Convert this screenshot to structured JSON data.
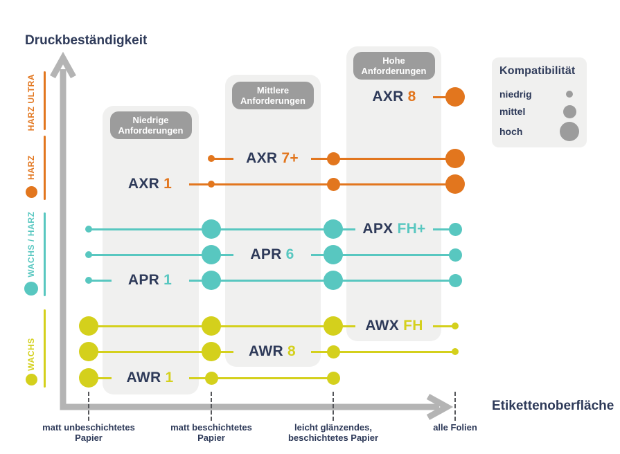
{
  "page": {
    "title": "Druckbeständigkeit",
    "x_axis_title": "Etikettenoberfläche"
  },
  "colors": {
    "orange": "#E2761E",
    "teal": "#58C7C0",
    "yellow": "#D4D01C",
    "navy": "#2E3A59",
    "badge_gray": "#9C9C9C",
    "panel_gray": "#F0F0EF",
    "axis_gray": "#B4B4B4",
    "tick_gray": "#55565A"
  },
  "legend": {
    "title": "Kompatibilität",
    "items": [
      {
        "label": "niedrig",
        "level": "niedrig"
      },
      {
        "label": "mittel",
        "level": "mittel"
      },
      {
        "label": "hoch",
        "level": "hoch"
      }
    ]
  },
  "requirement_zones": [
    {
      "label": "Niedrige Anforderungen"
    },
    {
      "label": "Mittlere Anforderungen"
    },
    {
      "label": "Hohe Anforderungen"
    }
  ],
  "y_axis_sections": [
    {
      "label": "HARZ ULTRA",
      "family": "orange",
      "marker": false
    },
    {
      "label": "HARZ",
      "family": "orange",
      "marker": true
    },
    {
      "label": "WACHS / HARZ",
      "family": "teal",
      "marker": true
    },
    {
      "label": "WACHS",
      "family": "yellow",
      "marker": true
    }
  ],
  "chart_data": {
    "type": "scatter",
    "title": "Druckbeständigkeit",
    "xlabel": "Etikettenoberfläche",
    "x_categories": [
      "matt unbeschichtetes Papier",
      "matt beschichtetes Papier",
      "leicht glänzendes, beschichtetes Papier",
      "alle Folien"
    ],
    "size_encoding": {
      "niedrig": "small",
      "mittel": "medium",
      "hoch": "large"
    },
    "series": [
      {
        "name": "AXR 8",
        "prefix": "AXR",
        "suffix": "8",
        "family": "orange",
        "compatibility": [
          null,
          null,
          null,
          "hoch"
        ],
        "label_gap": 2
      },
      {
        "name": "AXR 7+",
        "prefix": "AXR",
        "suffix": "7+",
        "family": "orange",
        "compatibility": [
          null,
          "niedrig",
          "mittel",
          "hoch"
        ],
        "label_gap": 1
      },
      {
        "name": "AXR 1",
        "prefix": "AXR",
        "suffix": "1",
        "family": "orange",
        "compatibility": [
          null,
          "niedrig",
          "mittel",
          "hoch"
        ],
        "label_gap": 0
      },
      {
        "name": "APX FH+",
        "prefix": "APX",
        "suffix": "FH+",
        "family": "teal",
        "compatibility": [
          "niedrig",
          "hoch",
          "hoch",
          "mittel"
        ],
        "label_gap": 2
      },
      {
        "name": "APR 6",
        "prefix": "APR",
        "suffix": "6",
        "family": "teal",
        "compatibility": [
          "niedrig",
          "hoch",
          "hoch",
          "mittel"
        ],
        "label_gap": 1
      },
      {
        "name": "APR 1",
        "prefix": "APR",
        "suffix": "1",
        "family": "teal",
        "compatibility": [
          "niedrig",
          "hoch",
          "hoch",
          "mittel"
        ],
        "label_gap": 0
      },
      {
        "name": "AWX FH",
        "prefix": "AWX",
        "suffix": "FH",
        "family": "yellow",
        "compatibility": [
          "hoch",
          "hoch",
          "hoch",
          "niedrig"
        ],
        "label_gap": 2
      },
      {
        "name": "AWR 8",
        "prefix": "AWR",
        "suffix": "8",
        "family": "yellow",
        "compatibility": [
          "hoch",
          "hoch",
          "mittel",
          "niedrig"
        ],
        "label_gap": 1
      },
      {
        "name": "AWR 1",
        "prefix": "AWR",
        "suffix": "1",
        "family": "yellow",
        "compatibility": [
          "hoch",
          "mittel",
          "mittel",
          null
        ],
        "label_gap": 0
      }
    ]
  }
}
